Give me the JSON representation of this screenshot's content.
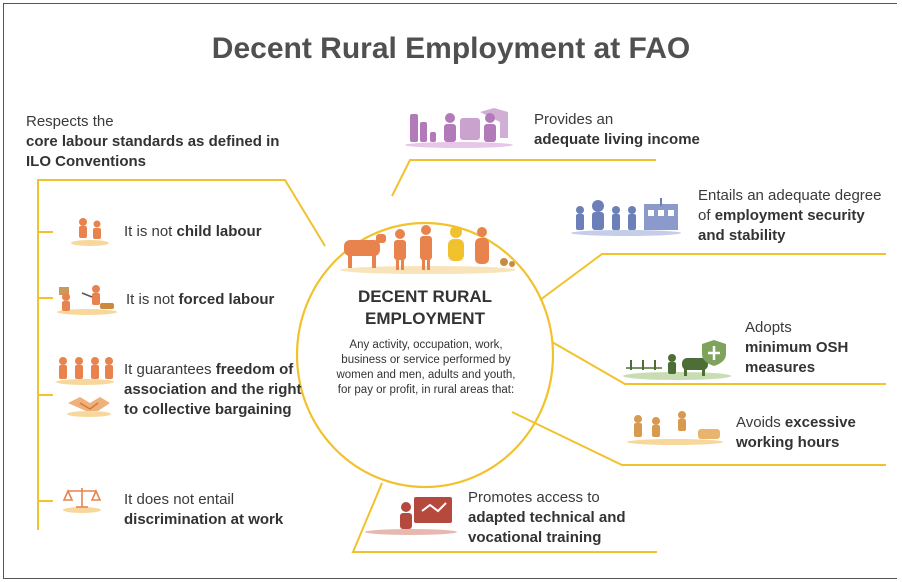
{
  "title": "Decent Rural Employment at FAO",
  "center": {
    "heading": "DECENT RURAL EMPLOYMENT",
    "description": "Any activity, occupation, work, business or service performed by women and men, adults and youth, for pay or profit, in rural areas that:"
  },
  "left": {
    "intro_plain": "Respects the",
    "intro_bold": "core labour standards as defined in ILO Conventions",
    "items": [
      {
        "plain": "It is not ",
        "bold": "child labour",
        "icon": "children-icon"
      },
      {
        "plain": "It is not ",
        "bold": "forced labour",
        "icon": "forced-labour-icon"
      },
      {
        "plain": "It guarantees ",
        "bold": "freedom of association and the right to collective bargaining",
        "icon": "handshake-icon"
      },
      {
        "plain": "It does not entail ",
        "bold": "discrimination at work",
        "icon": "scales-icon"
      }
    ]
  },
  "right": [
    {
      "plain": "Provides an",
      "bold": "adequate living income",
      "icon": "family-income-icon"
    },
    {
      "plain": "Entails an adequate degree of ",
      "bold": "employment security and stability",
      "icon": "workers-building-icon"
    },
    {
      "plain": "Adopts",
      "bold": "minimum OSH measures",
      "icon": "farm-safety-icon"
    },
    {
      "plain": "Avoids ",
      "bold": "excessive working hours",
      "icon": "working-hours-icon"
    },
    {
      "plain": "Promotes access to",
      "bold": "adapted technical and vocational training",
      "icon": "training-icon"
    }
  ],
  "colors": {
    "accent": "#F2C12E",
    "text": "#3a3a3a",
    "icon_orange": "#E8834E",
    "icon_purple": "#B27AB8",
    "icon_blue": "#6C7FB8",
    "icon_green": "#7DA35C"
  }
}
